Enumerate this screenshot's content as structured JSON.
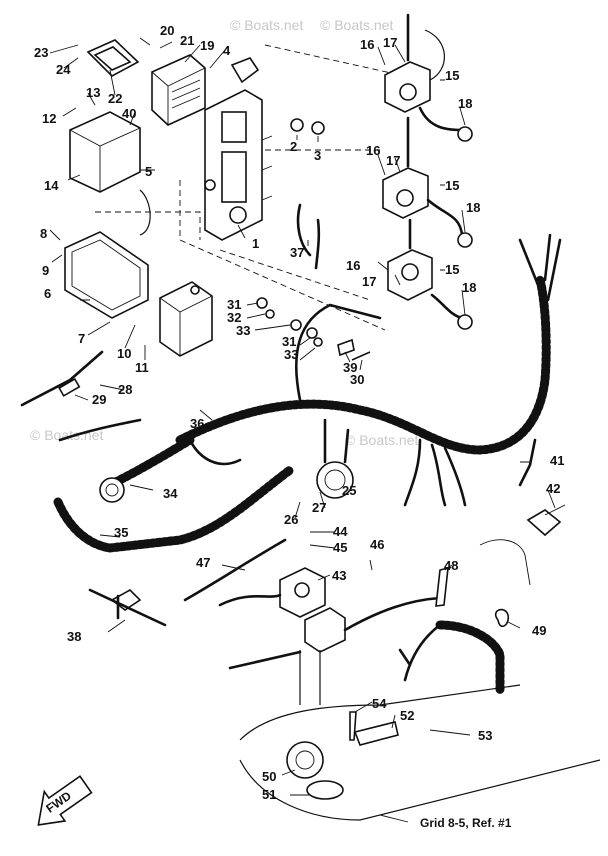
{
  "labels": [
    "23",
    "24",
    "20",
    "21",
    "19",
    "4",
    "22",
    "13",
    "12",
    "40",
    "14",
    "5",
    "2",
    "3",
    "16",
    "17",
    "15",
    "18",
    "8",
    "9",
    "6",
    "7",
    "10",
    "11",
    "37",
    "31",
    "32",
    "33",
    "39",
    "30",
    "28",
    "29",
    "36",
    "34",
    "35",
    "38",
    "41",
    "42",
    "26",
    "27",
    "25",
    "44",
    "45",
    "46",
    "47",
    "43",
    "48",
    "49",
    "54",
    "52",
    "53",
    "50",
    "51",
    "1"
  ],
  "watermarks": [
    "© Boats.net",
    "© Boats.net",
    "© Boats.net",
    "© Boats.net"
  ],
  "fwd_label": "FWD",
  "caption": "Grid 8-5, Ref. #1"
}
